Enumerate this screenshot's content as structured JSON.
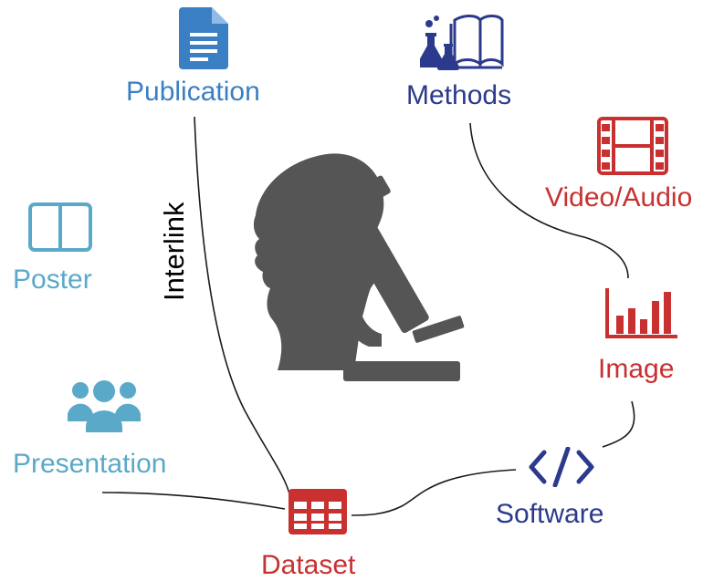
{
  "colors": {
    "publication": "#3a7fc4",
    "methods": "#2b3a8c",
    "video": "#c93030",
    "poster": "#5aa9c9",
    "image": "#c93030",
    "presentation": "#5aa9c9",
    "software": "#2b3a8c",
    "dataset": "#c93030",
    "scientist": "#555555",
    "connector": "#1a1a1a"
  },
  "labels": {
    "publication": "Publication",
    "methods": "Methods",
    "video": "Video/Audio",
    "poster": "Poster",
    "image": "Image",
    "presentation": "Presentation",
    "software": "Software",
    "dataset": "Dataset",
    "interlink": "Interlink"
  },
  "icons": {
    "publication": "document-icon",
    "methods": "lab-book-icon",
    "video": "film-strip-icon",
    "poster": "poster-icon",
    "image": "bar-chart-icon",
    "presentation": "people-group-icon",
    "software": "code-icon",
    "dataset": "table-grid-icon",
    "center": "scientist-microscope-icon"
  }
}
